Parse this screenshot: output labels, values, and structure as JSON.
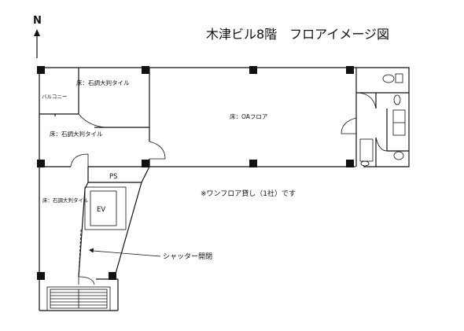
{
  "title": "木津ビル8階　フロアイメージ図",
  "north": "N",
  "rooms": {
    "balcony": "バルコニー",
    "floor_tile_1": "床：石調大判タイル",
    "floor_tile_2": "床：石調大判タイル",
    "floor_tile_3": "床：石調大判タイル",
    "oa_floor": "床：OAフロア",
    "ps": "PS",
    "ev": "EV"
  },
  "notes": {
    "lease": "※ワンフロア貸し（1社）です",
    "shutter": "シャッター開閉"
  }
}
